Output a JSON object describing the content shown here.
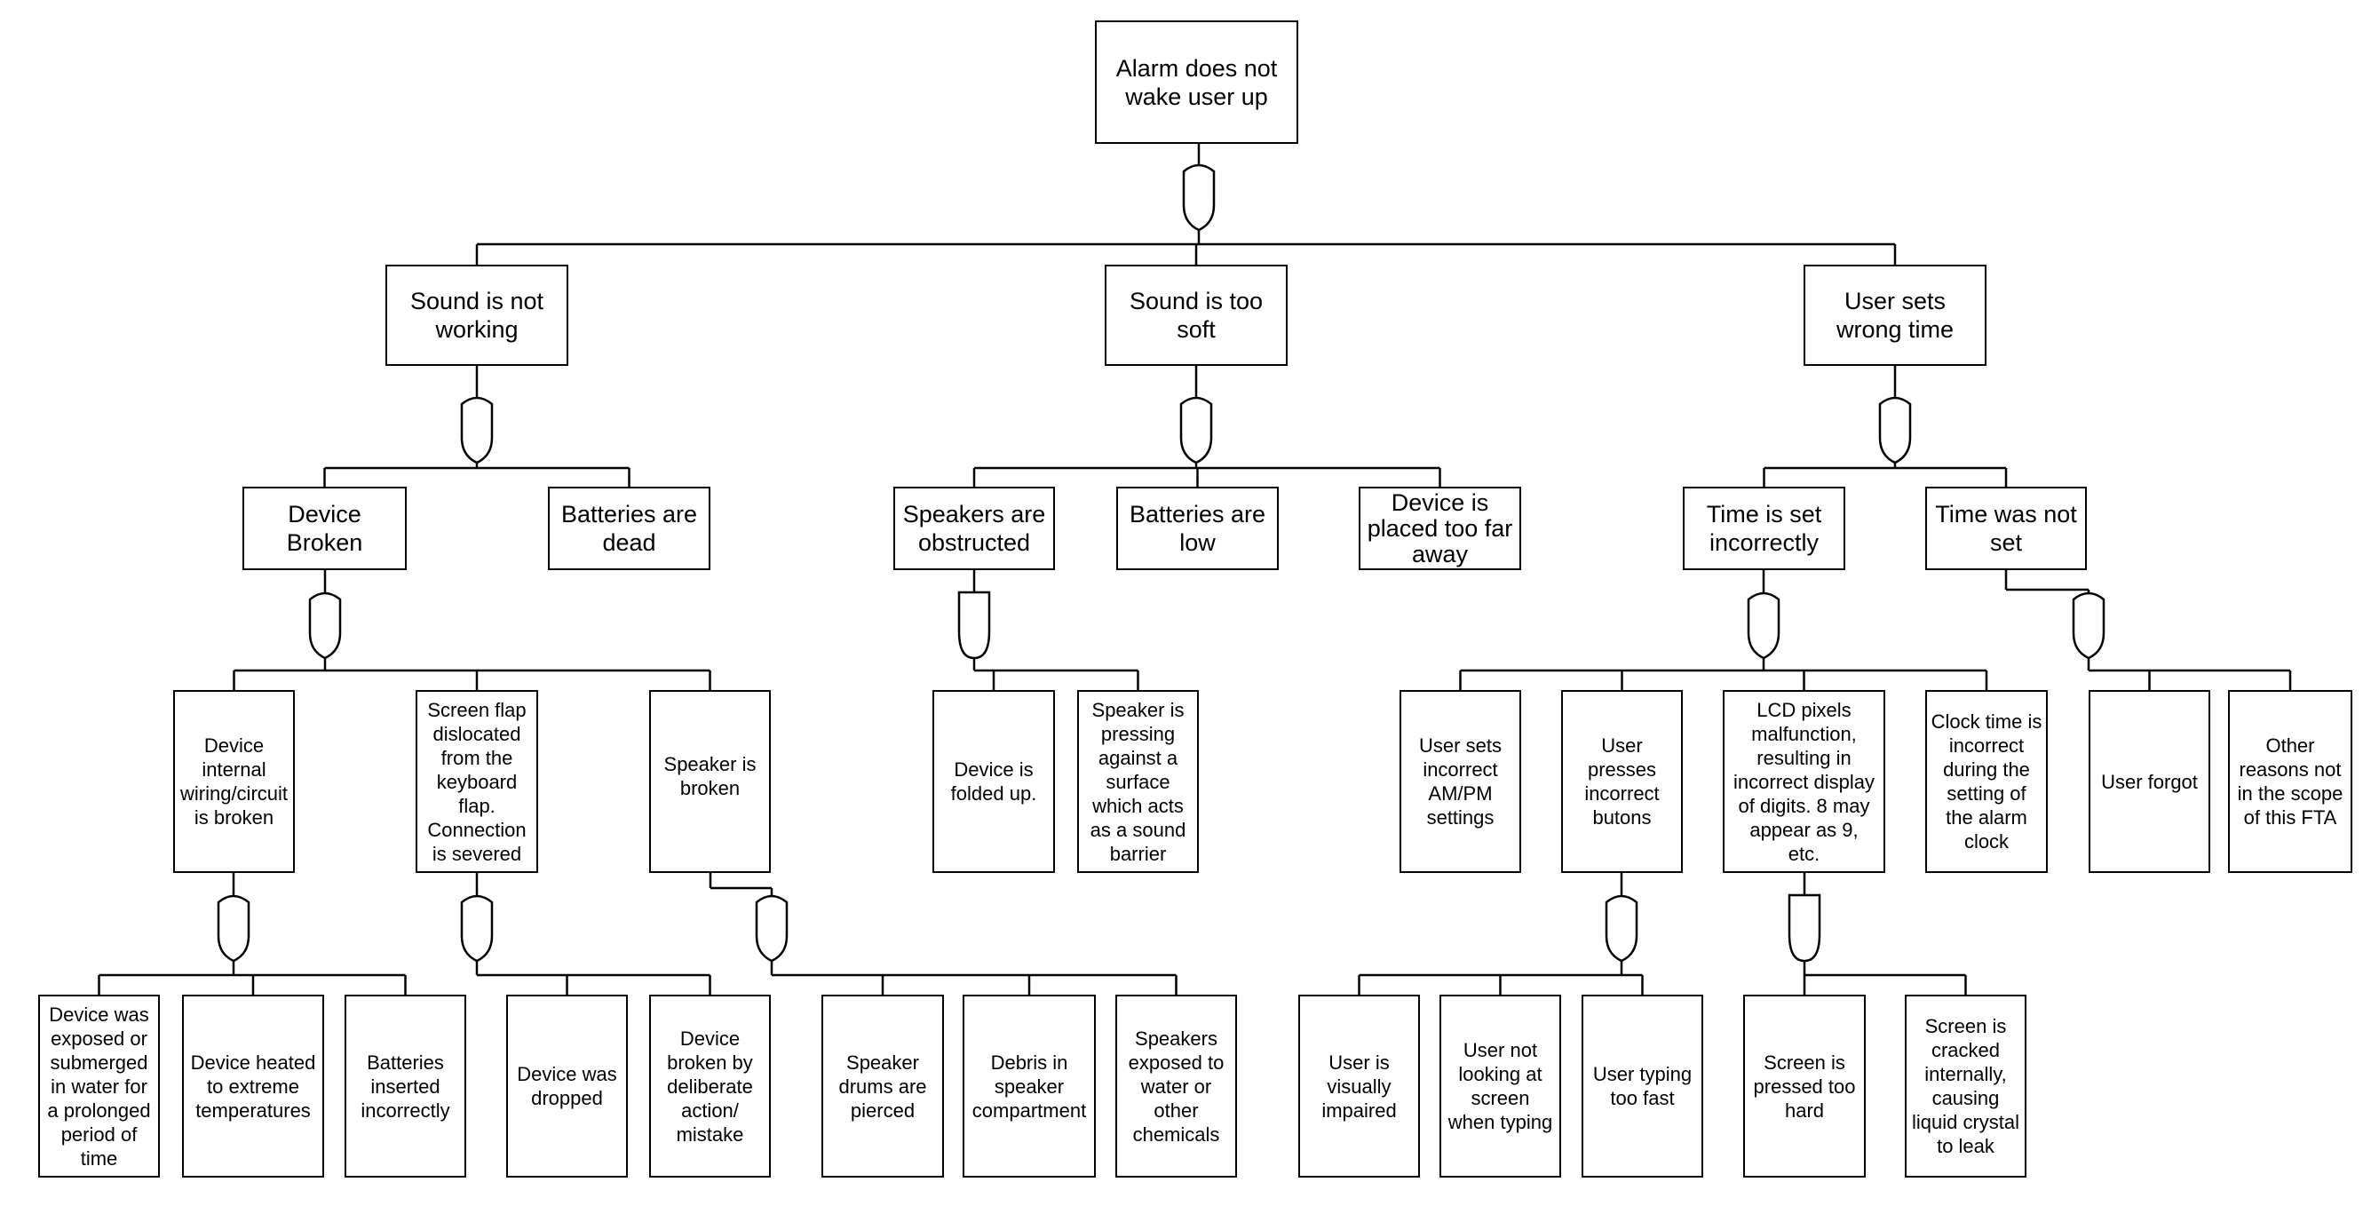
{
  "diagram": {
    "events": {
      "root": "Alarm does not\nwake user up",
      "sound_not_working": "Sound is not\nworking",
      "sound_too_soft": "Sound is too\nsoft",
      "user_sets_wrong_time": "User sets\nwrong time",
      "device_broken": "Device\nBroken",
      "batteries_dead": "Batteries are\ndead",
      "speakers_obstructed": "Speakers are\nobstructed",
      "batteries_low": "Batteries are\nlow",
      "device_far": "Device is\nplaced too far\naway",
      "time_set_incorrectly": "Time is set\nincorrectly",
      "time_not_set": "Time was not\nset",
      "internal_wiring": "Device\ninternal\nwiring/circuit\nis broken",
      "screen_flap": "Screen flap\ndislocated\nfrom the\nkeyboard\nflap.\nConnection\nis severed",
      "speaker_broken": "Speaker is\nbroken",
      "device_folded": "Device is\nfolded up.",
      "speaker_pressing": "Speaker is\npressing\nagainst a\nsurface\nwhich acts\nas a sound\nbarrier",
      "ampm_settings": "User sets\nincorrect\nAM/PM\nsettings",
      "incorrect_buttons": "User\npresses\nincorrect\nbutons",
      "lcd_pixels": "LCD pixels\nmalfunction,\nresulting in\nincorrect display\nof digits. 8 may\nappear as 9,\netc.",
      "clock_time": "Clock time is\nincorrect\nduring the\nsetting of\nthe alarm\nclock",
      "user_forgot": "User forgot",
      "other_reasons": "Other\nreasons not\nin the scope\nof this FTA",
      "water_exposed": "Device was\nexposed or\nsubmerged\nin water for\na prolonged\nperiod of\ntime",
      "extreme_temps": "Device heated\nto extreme\ntemperatures",
      "batteries_incorrect": "Batteries\ninserted\nincorrectly",
      "device_dropped": "Device was\ndropped",
      "deliberate_action": "Device\nbroken by\ndeliberate\naction/\nmistake",
      "drums_pierced": "Speaker\ndrums are\npierced",
      "debris": "Debris in\nspeaker\ncompartment",
      "speakers_water": "Speakers\nexposed to\nwater or\nother\nchemicals",
      "visually_impaired": "User is\nvisually\nimpaired",
      "not_looking": "User not\nlooking at\nscreen\nwhen typing",
      "typing_fast": "User typing\ntoo fast",
      "pressed_hard": "Screen is\npressed too\nhard",
      "cracked_internally": "Screen is\ncracked\ninternally,\ncausing\nliquid crystal\nto leak"
    },
    "gates": {
      "root": "or",
      "sound_not_working": "or",
      "sound_too_soft": "or",
      "user_sets_wrong_time": "or",
      "device_broken": "or",
      "speakers_obstructed": "and",
      "time_set_incorrectly": "or",
      "time_not_set": "or",
      "internal_wiring": "or",
      "screen_flap": "or",
      "speaker_broken": "or",
      "incorrect_buttons": "or",
      "lcd_pixels": "and"
    },
    "line_color": "#000000"
  }
}
